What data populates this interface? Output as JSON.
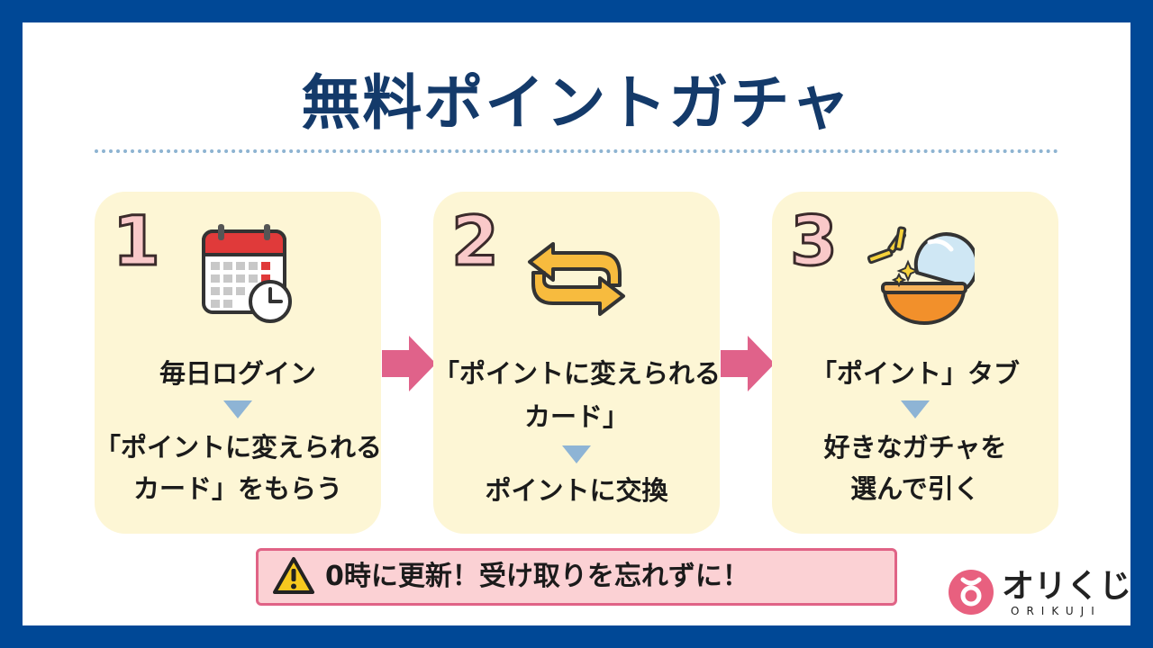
{
  "title": "無料ポイントガチャ",
  "steps": [
    {
      "number": "1",
      "icon": "calendar-clock-icon",
      "lines_a": [
        "毎日ログイン"
      ],
      "lines_b": [
        "「ポイントに変えられる",
        "カード」をもらう"
      ]
    },
    {
      "number": "2",
      "icon": "exchange-arrows-icon",
      "lines_a": [
        "「ポイントに変えられる",
        "カード」"
      ],
      "lines_b": [
        "ポイントに交換"
      ]
    },
    {
      "number": "3",
      "icon": "gacha-capsule-icon",
      "lines_a": [
        "「ポイント」タブ"
      ],
      "lines_b": [
        "好きなガチャを",
        "選んで引く"
      ]
    }
  ],
  "notice": {
    "icon": "warning-icon",
    "text": "0時に更新！受け取りを忘れずに！"
  },
  "logo": {
    "name": "オリくじ",
    "sub": "ORIKUJI"
  },
  "colors": {
    "background": "#004896",
    "title": "#143a6a",
    "card": "#fdf6d5",
    "arrow": "#e0628a",
    "notice_bg": "#fbd1d4",
    "notice_border": "#e06386",
    "triangle": "#8eb4d5"
  }
}
